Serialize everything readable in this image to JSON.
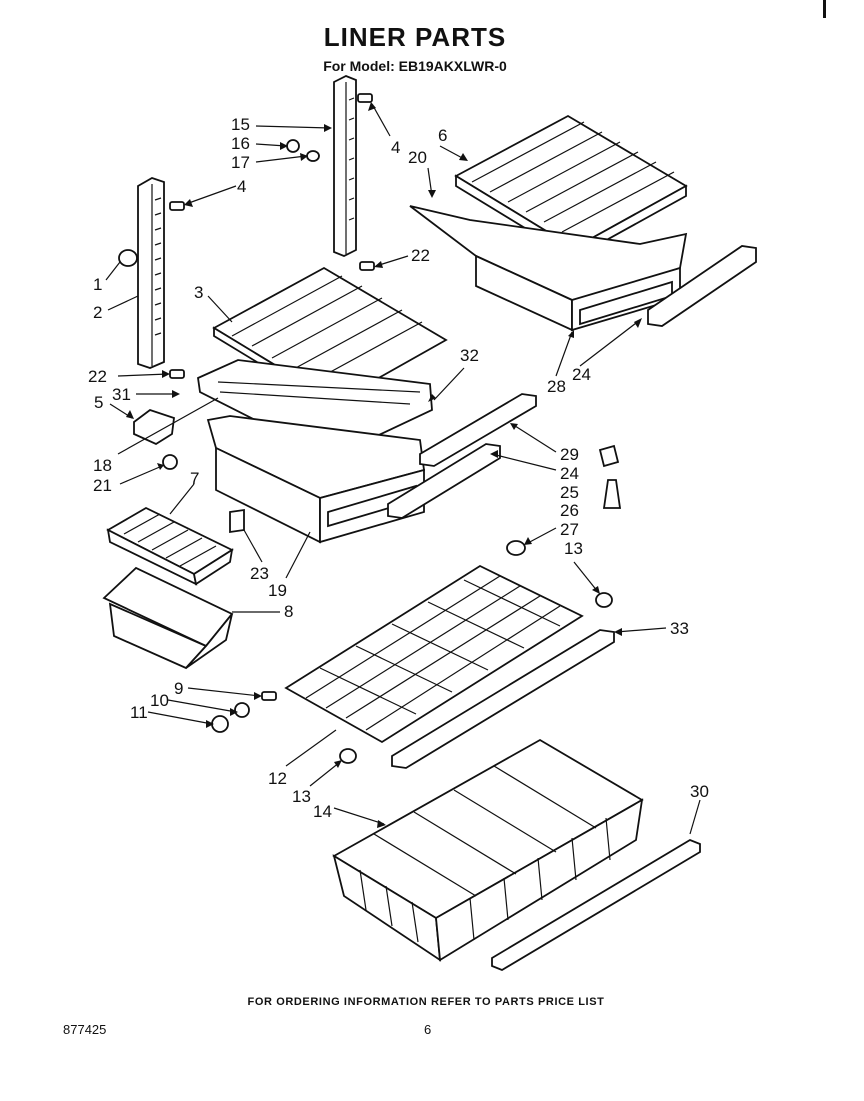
{
  "header": {
    "title": "LINER PARTS",
    "model_line": "For Model: EB19AKXLWR-0"
  },
  "footer": {
    "ordering_note": "FOR ORDERING INFORMATION REFER TO PARTS PRICE LIST",
    "document_number": "877425",
    "page_number": "6"
  },
  "callouts": {
    "c1": "1",
    "c2": "2",
    "c3": "3",
    "c4a": "4",
    "c4b": "4",
    "c5": "5",
    "c6": "6",
    "c7": "7",
    "c8": "8",
    "c9": "9",
    "c10": "10",
    "c11": "11",
    "c12": "12",
    "c13a": "13",
    "c13b": "13",
    "c14": "14",
    "c15": "15",
    "c16": "16",
    "c17": "17",
    "c18": "18",
    "c19": "19",
    "c20": "20",
    "c21": "21",
    "c22a": "22",
    "c22b": "22",
    "c23": "23",
    "c24a": "24",
    "c24b": "24",
    "c25": "25",
    "c26": "26",
    "c27": "27",
    "c28": "28",
    "c29": "29",
    "c30": "30",
    "c31": "31",
    "c32": "32",
    "c33": "33"
  }
}
